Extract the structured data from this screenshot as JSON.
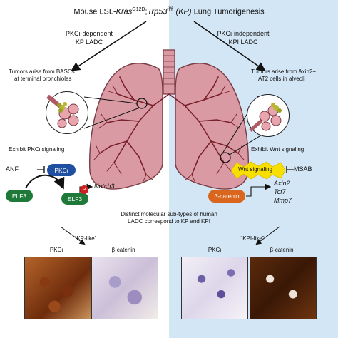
{
  "title": {
    "prefix": "Mouse LSL-",
    "gene1": "Kras",
    "gene1_sup": "G12D",
    "sep": ";",
    "gene2": "Trp53",
    "gene2_sup": "fl/fl",
    "abbr": "(KP)",
    "suffix": " Lung Tumorigenesis"
  },
  "left": {
    "dependency": "PKCι-dependent",
    "subtype": "KP LADC",
    "origin_line1": "Tumors arise from BASCs",
    "origin_line2": "at terminal bronchioles",
    "signaling": "Exhibit PKCι signaling",
    "anf": "ANF",
    "pkc": "PKCι",
    "elf3": "ELF3",
    "elf3_phospho": "ELF3",
    "p_label": "P",
    "target": "Notch3",
    "like_label": "“KP-like”",
    "stain1": "PKCι",
    "stain2": "β-catenin"
  },
  "right": {
    "dependency": "PKCι-independent",
    "subtype": "KPI LADC",
    "origin_line1": "Tumors arise from Axin2+",
    "origin_line2": "AT2 cells in alveoli",
    "signaling": "Exhibit Wnt signaling",
    "wnt": "Wnt signaling",
    "msab": "MSAB",
    "catenin": "β-catenin",
    "targets": [
      "Axin2",
      "Tcf7",
      "Mmp7"
    ],
    "like_label": "“KPI-like”",
    "stain1": "PKCι",
    "stain2": "β-catenin"
  },
  "center_text_line1": "Distinct molecular sub-types of human",
  "center_text_line2": "LADC correspond to KP and KPI",
  "colors": {
    "right_bg": "#d3e6f5",
    "lung_fill": "#d99aa3",
    "lung_stroke": "#7a3a44",
    "pkc_blue": "#1f4fa0",
    "elf3_green": "#1f7a3a",
    "catenin_orange": "#d9661c",
    "wnt_yellow": "#f7e000",
    "phospho_red": "#d21f1f"
  }
}
